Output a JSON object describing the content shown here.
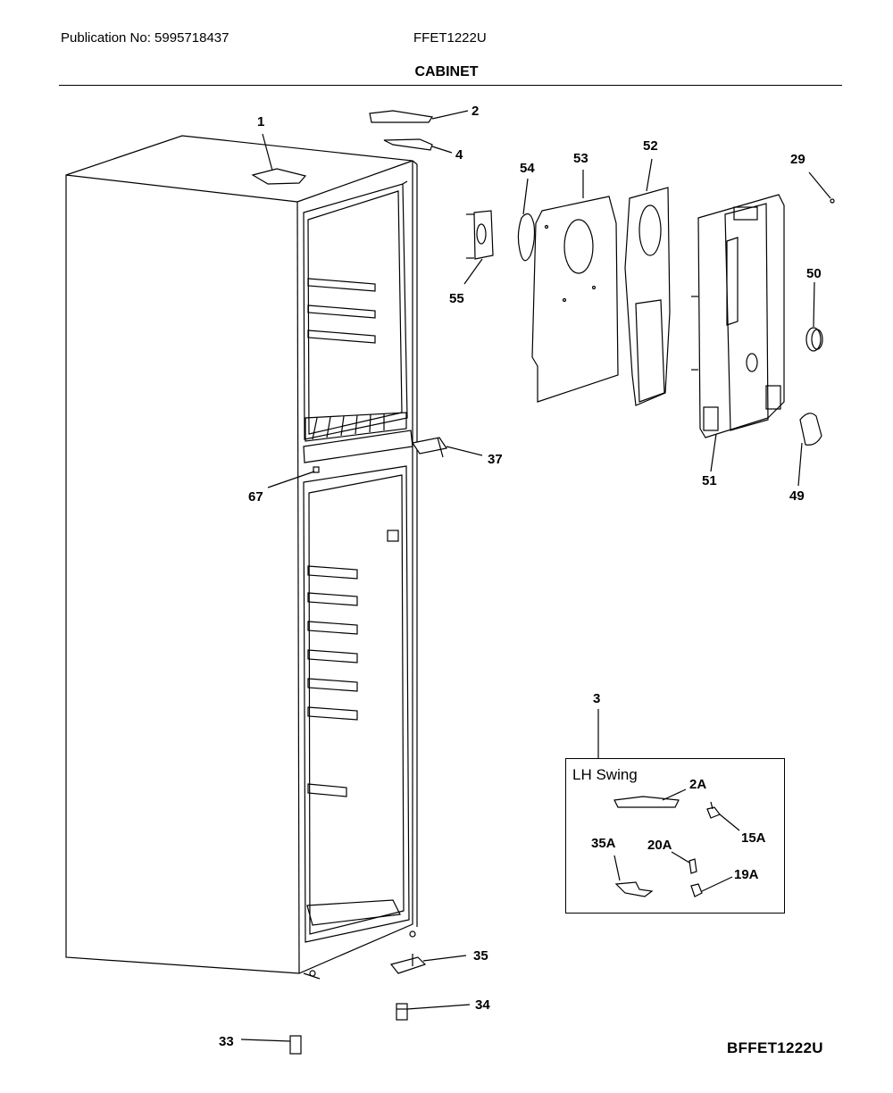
{
  "header": {
    "publication": "Publication No: 5995718437",
    "model": "FFET1222U",
    "section_title": "CABINET"
  },
  "footer": {
    "drawing_id": "BFFET1222U"
  },
  "inset": {
    "title": "LH Swing",
    "callout": "3",
    "parts": [
      "2A",
      "15A",
      "35A",
      "20A",
      "19A"
    ]
  },
  "callouts": [
    "1",
    "2",
    "4",
    "29",
    "54",
    "53",
    "52",
    "55",
    "50",
    "37",
    "67",
    "51",
    "49",
    "35",
    "34",
    "33"
  ],
  "colors": {
    "line": "#000000",
    "background": "#ffffff"
  }
}
